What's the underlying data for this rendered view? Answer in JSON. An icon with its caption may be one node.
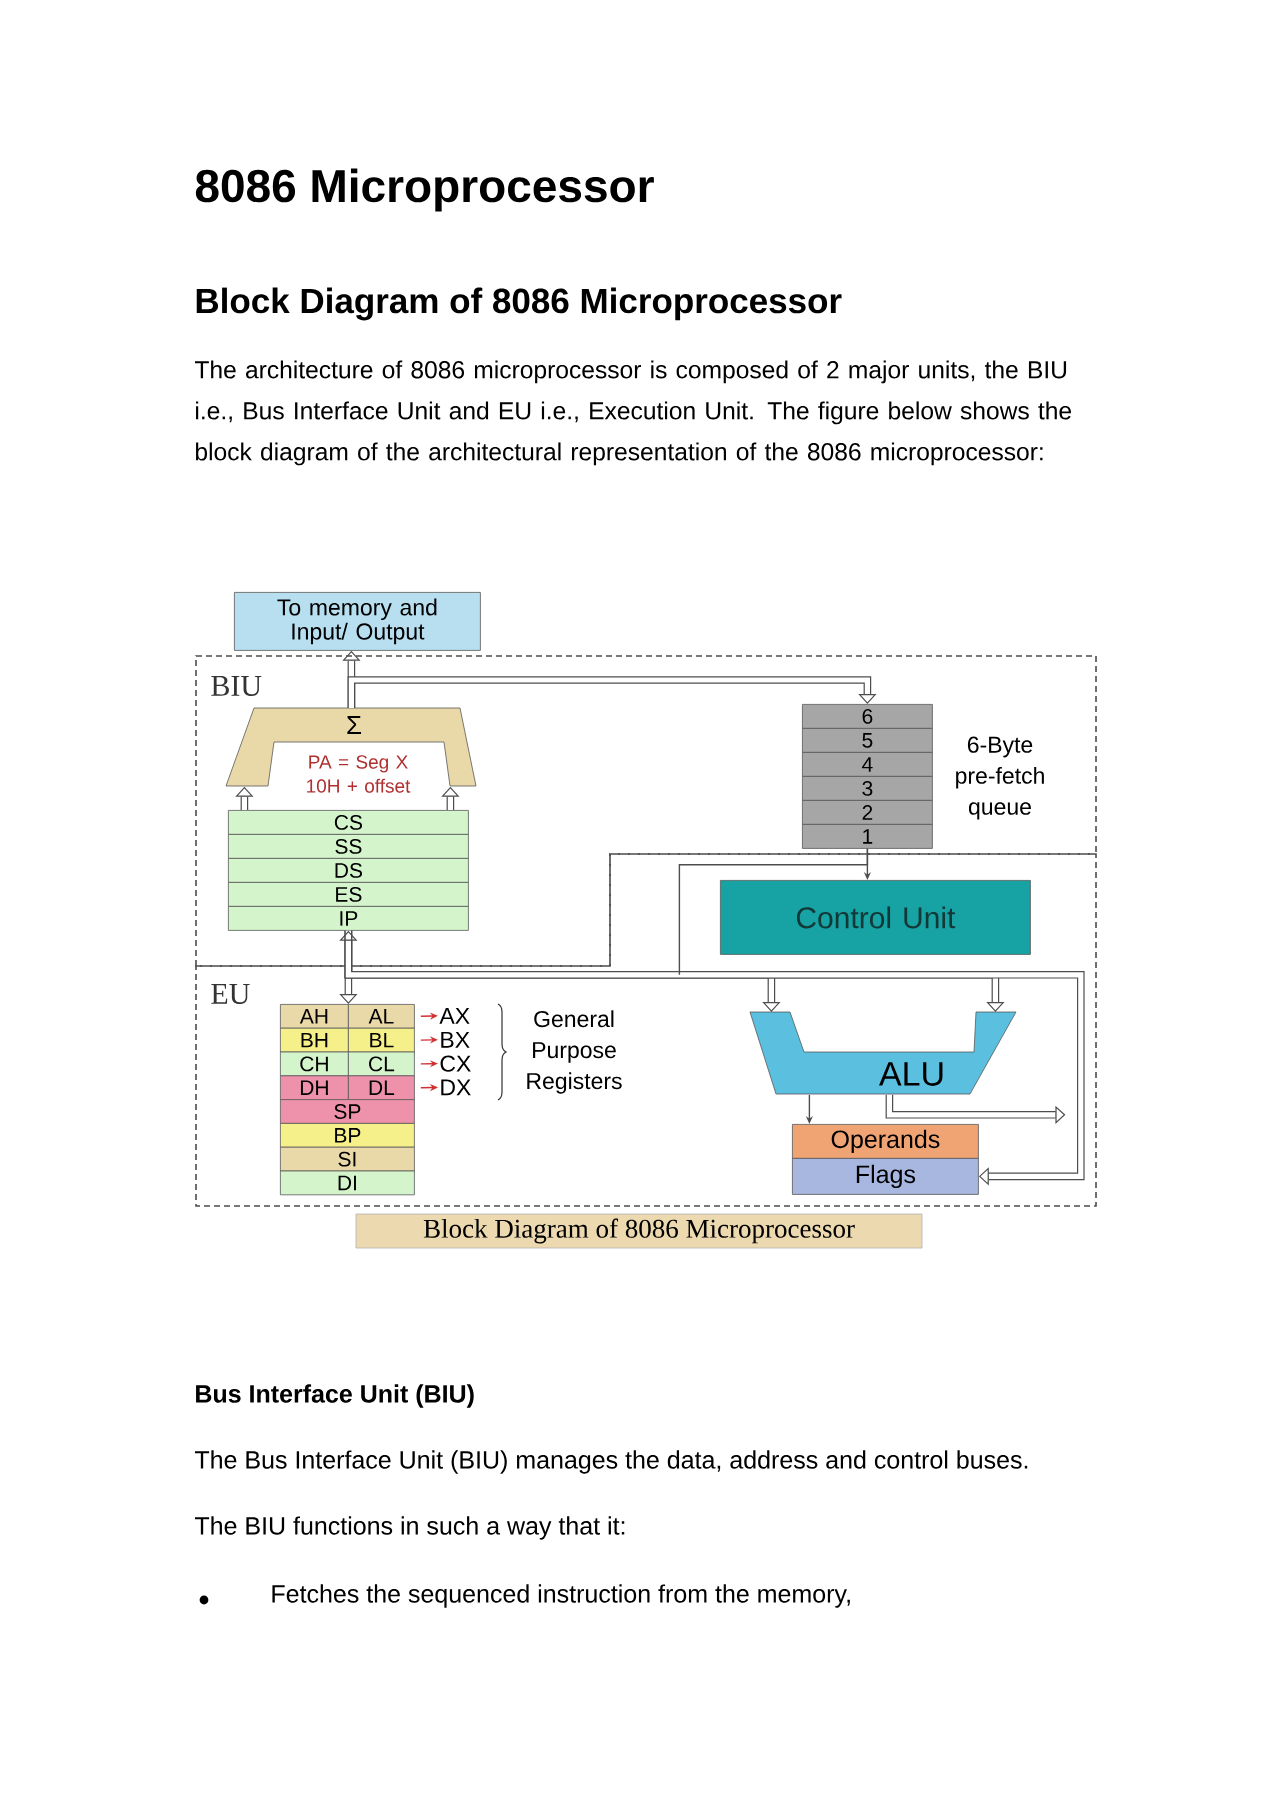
{
  "diagram": {
    "title": "8086 Microprocessor",
    "caption": "Block Diagram of 8086 Microprocessor",
    "nodes": [
      {
        "text": [
          "To memory and Input/ Output"
        ]
      },
      {
        "text": [
          "BIU"
        ]
      },
      {
        "text": [
          "Σ",
          "PA = Seg X 10H + offset"
        ],
        "in": 1
      },
      {
        "text": [
          "CS"
        ],
        "in": 1
      },
      {
        "text": [
          "SS"
        ],
        "in": 1
      },
      {
        "text": [
          "DS"
        ],
        "in": 1
      },
      {
        "text": [
          "ES"
        ],
        "in": 1
      },
      {
        "text": [
          "IP"
        ],
        "in": 1
      },
      {
        "text": [
          "6"
        ],
        "in": 1
      },
      {
        "text": [
          "5"
        ],
        "in": 1
      },
      {
        "text": [
          "4"
        ],
        "in": 1
      },
      {
        "text": [
          "3"
        ],
        "in": 1
      },
      {
        "text": [
          "2"
        ],
        "in": 1
      },
      {
        "text": [
          "1"
        ],
        "in": 1
      },
      {
        "text": [
          "EU"
        ]
      },
      {
        "text": [
          "Control Unit"
        ],
        "in": 14
      },
      {
        "text": [
          "AH"
        ],
        "in": 14
      },
      {
        "text": [
          "AL"
        ],
        "in": 14
      },
      {
        "text": [
          "BH"
        ],
        "in": 14
      },
      {
        "text": [
          "BL"
        ],
        "in": 14
      },
      {
        "text": [
          "CH"
        ],
        "in": 14
      },
      {
        "text": [
          "CL"
        ],
        "in": 14
      },
      {
        "text": [
          "DH"
        ],
        "in": 14
      },
      {
        "text": [
          "DL"
        ],
        "in": 14
      },
      {
        "text": [
          "SP"
        ],
        "in": 14
      },
      {
        "text": [
          "BP"
        ],
        "in": 14
      },
      {
        "text": [
          "SI"
        ],
        "in": 14
      },
      {
        "text": [
          "DI"
        ],
        "in": 14
      },
      {
        "text": [
          "AX"
        ],
        "in": 14
      },
      {
        "text": [
          "BX"
        ],
        "in": 14
      },
      {
        "text": [
          "CX"
        ],
        "in": 14
      },
      {
        "text": [
          "DX"
        ],
        "in": 14
      },
      {
        "text": [
          "ALU"
        ],
        "in": 14
      },
      {
        "text": [
          "Operands"
        ],
        "in": 14
      },
      {
        "text": [
          "Flags"
        ],
        "in": 14
      }
    ],
    "edges": [
      {
        "from": 2,
        "to": 0,
        "arrow": "to"
      },
      {
        "from": 2,
        "to": 8,
        "arrow": "to"
      },
      {
        "from": 3,
        "to": 2,
        "arrow": "to"
      },
      {
        "from": 3,
        "to": 2,
        "arrow": "to"
      },
      {
        "from": 7,
        "to": 16,
        "arrow": "to"
      },
      {
        "from": 13,
        "to": 15,
        "arrow": "to"
      },
      {
        "from": 7,
        "to": 32,
        "arrow": "to"
      },
      {
        "from": 7,
        "to": 32,
        "arrow": "to"
      },
      {
        "from": 7,
        "to": 34,
        "arrow": "both"
      },
      {
        "from": 17,
        "to": 28,
        "arrow": "to",
        "color": "#d03030"
      },
      {
        "from": 19,
        "to": 29,
        "arrow": "to",
        "color": "#d03030"
      },
      {
        "from": 21,
        "to": 30,
        "arrow": "to",
        "color": "#d03030"
      },
      {
        "from": 23,
        "to": 31,
        "arrow": "to",
        "color": "#d03030"
      },
      {
        "from": 32,
        "to": 33,
        "arrow": "to"
      },
      {
        "from": 32,
        "to": null,
        "arrow": "to"
      },
      {
        "from": 13,
        "to": null,
        "arrow": "none"
      }
    ],
    "labels": [
      "Block Diagram of 8086 Microprocessor",
      "The architecture of 8086 microprocessor is composed of 2 major units, the BIU i.e., Bus Interface Unit and EU i.e., Execution Unit. The figure below shows the block diagram of the architectural representation of the 8086 microprocessor:",
      "6-Byte pre-fetch queue",
      "General Purpose Registers",
      "Bus Interface Unit (BIU)",
      "The Bus Interface Unit (BIU) manages the data, address and control buses.",
      "The BIU functions in such a way that it:",
      "Fetches the sequenced instruction from the memory,"
    ]
  }
}
